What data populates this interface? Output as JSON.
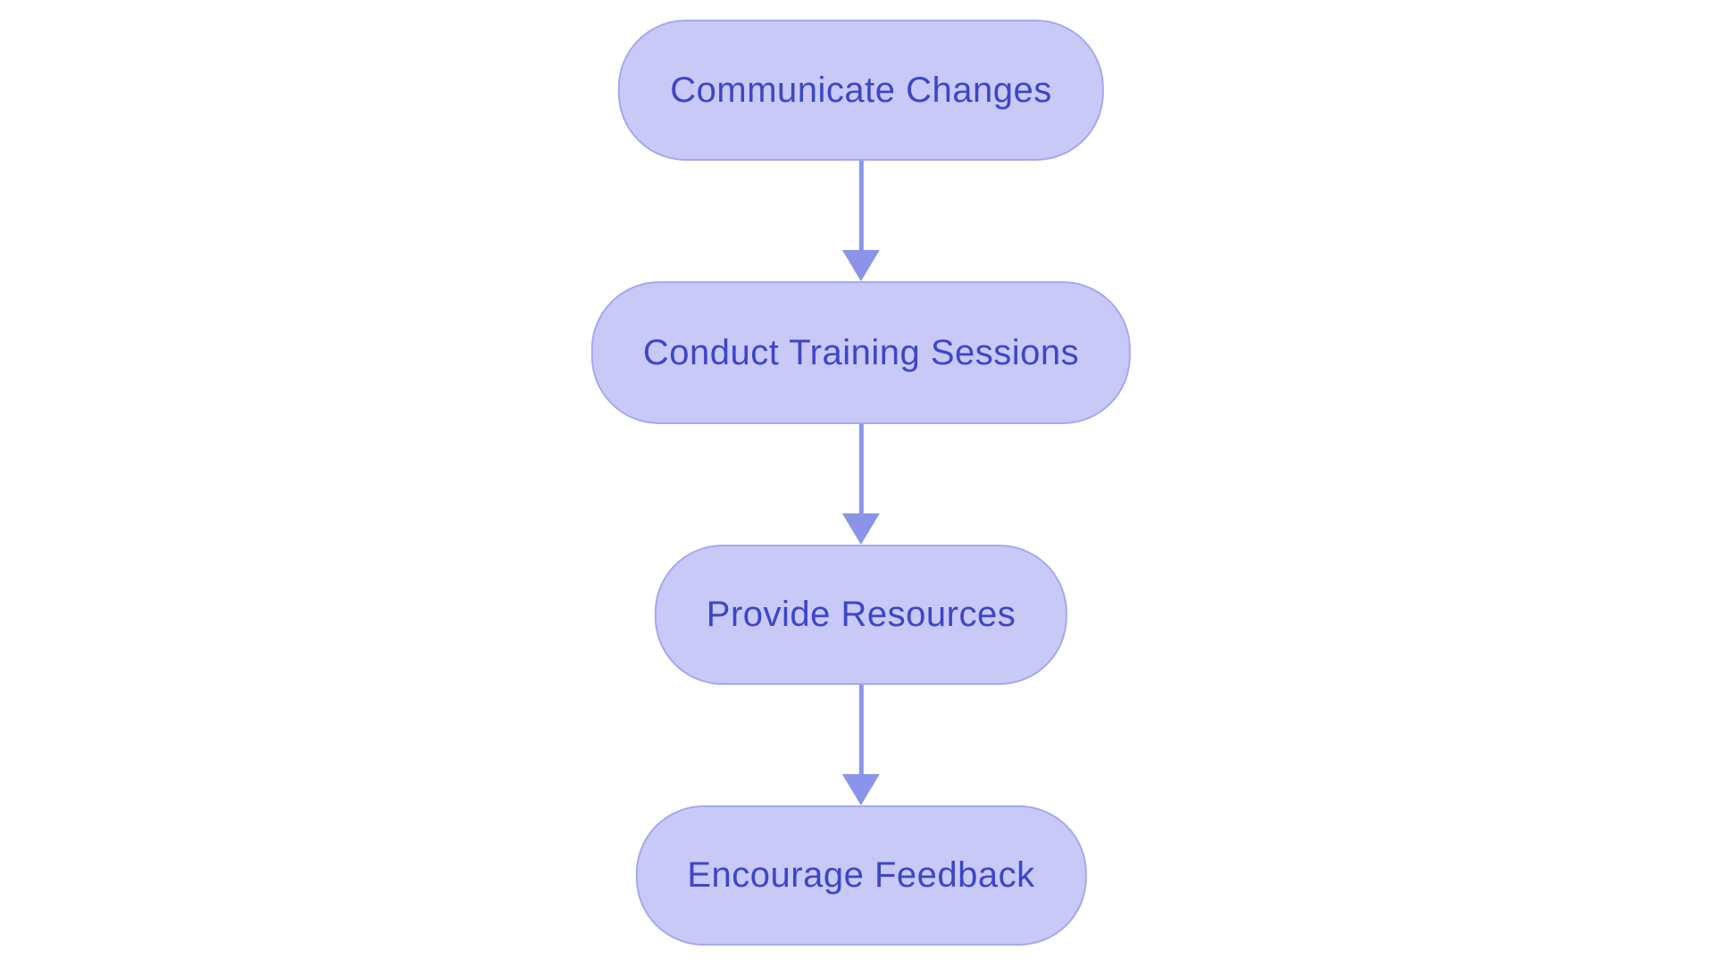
{
  "diagram": {
    "type": "flowchart",
    "direction": "top-to-bottom",
    "background_color": "#ffffff",
    "node_fill_color": "#c8c9f7",
    "node_border_color": "#a4a9f0",
    "node_text_color": "#3d46c8",
    "arrow_color": "#8c94e9",
    "nodes": [
      {
        "id": 1,
        "label": "Communicate Changes"
      },
      {
        "id": 2,
        "label": "Conduct Training Sessions"
      },
      {
        "id": 3,
        "label": "Provide Resources"
      },
      {
        "id": 4,
        "label": "Encourage Feedback"
      }
    ],
    "edges": [
      {
        "from": "Communicate Changes",
        "to": "Conduct Training Sessions"
      },
      {
        "from": "Conduct Training Sessions",
        "to": "Provide Resources"
      },
      {
        "from": "Provide Resources",
        "to": "Encourage Feedback"
      }
    ]
  }
}
